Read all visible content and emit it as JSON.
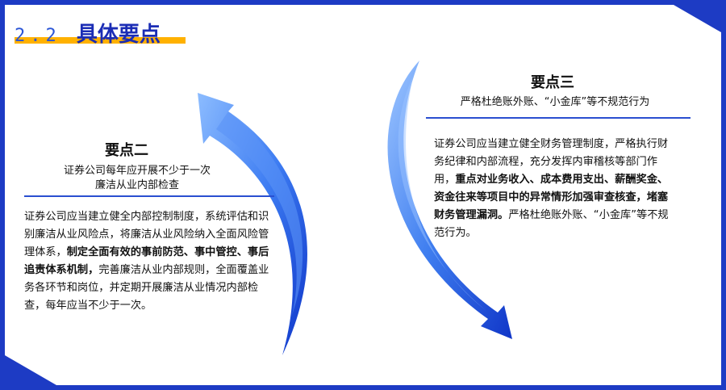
{
  "title": {
    "number": "2.2",
    "text": "具体要点"
  },
  "point2": {
    "heading": "要点二",
    "subtitle_line1": "证券公司每年应开展不少于一次",
    "subtitle_line2": "廉洁从业内部检查",
    "body": [
      {
        "t": "证券公司应当建立健全内部控制制度，系统评估和识别廉洁从业风险点，将廉洁从业风险纳入全面风险管理体系，",
        "b": false
      },
      {
        "t": "制定全面有效的事前防范、事中管控、事后追责体系机制，",
        "b": true
      },
      {
        "t": "完善廉洁从业内部规则，全面覆盖业务各环节和岗位，并定期开展廉洁从业情况内部检查，每年应当不少于一次。",
        "b": false
      }
    ]
  },
  "point3": {
    "heading": "要点三",
    "subtitle": "严格杜绝账外账、“小金库”等不规范行为",
    "body": [
      {
        "t": "证券公司应当建立健全财务管理制度，严格执行财务纪律和内部流程，充分发挥内审稽核等部门作用，",
        "b": false
      },
      {
        "t": "重点对业务收入、成本费用支出、薪酬奖金、资金往来等项目中的异常情形加强审查核查，堵塞财务管理漏洞。",
        "b": true
      },
      {
        "t": "严格杜绝账外账、“小金库”等不规范行为。",
        "b": false
      }
    ]
  },
  "colors": {
    "frame": "#1d3bc4",
    "accent": "#ffb100",
    "arrow_light": "#6fa8ff",
    "arrow_dark": "#1240d8"
  }
}
